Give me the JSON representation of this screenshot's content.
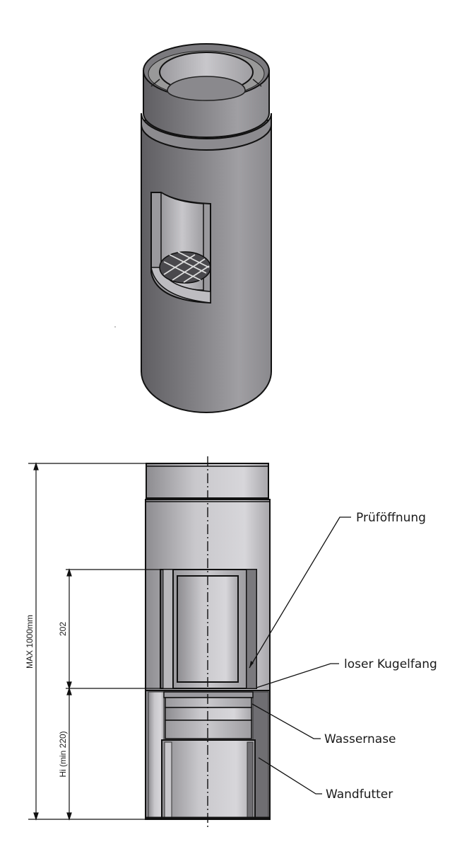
{
  "diagram": {
    "subject": "Chimney inspection pipe element",
    "views": [
      "isometric-3d",
      "front-elevation"
    ],
    "colors": {
      "body_dark": "#6e6d70",
      "body_light": "#b9b8bc",
      "line": "#111111",
      "background": "#ffffff"
    },
    "labels": [
      {
        "id": "pruefoeffnung",
        "text": "Prüföffnung"
      },
      {
        "id": "kugelfang",
        "text": "loser Kugelfang"
      },
      {
        "id": "wassernase",
        "text": "Wassernase"
      },
      {
        "id": "wandfutter",
        "text": "Wandfutter"
      }
    ],
    "dimensions": {
      "total": "MAX 1000mm",
      "opening": "202",
      "height_lower": "Hi (min 220)"
    }
  }
}
